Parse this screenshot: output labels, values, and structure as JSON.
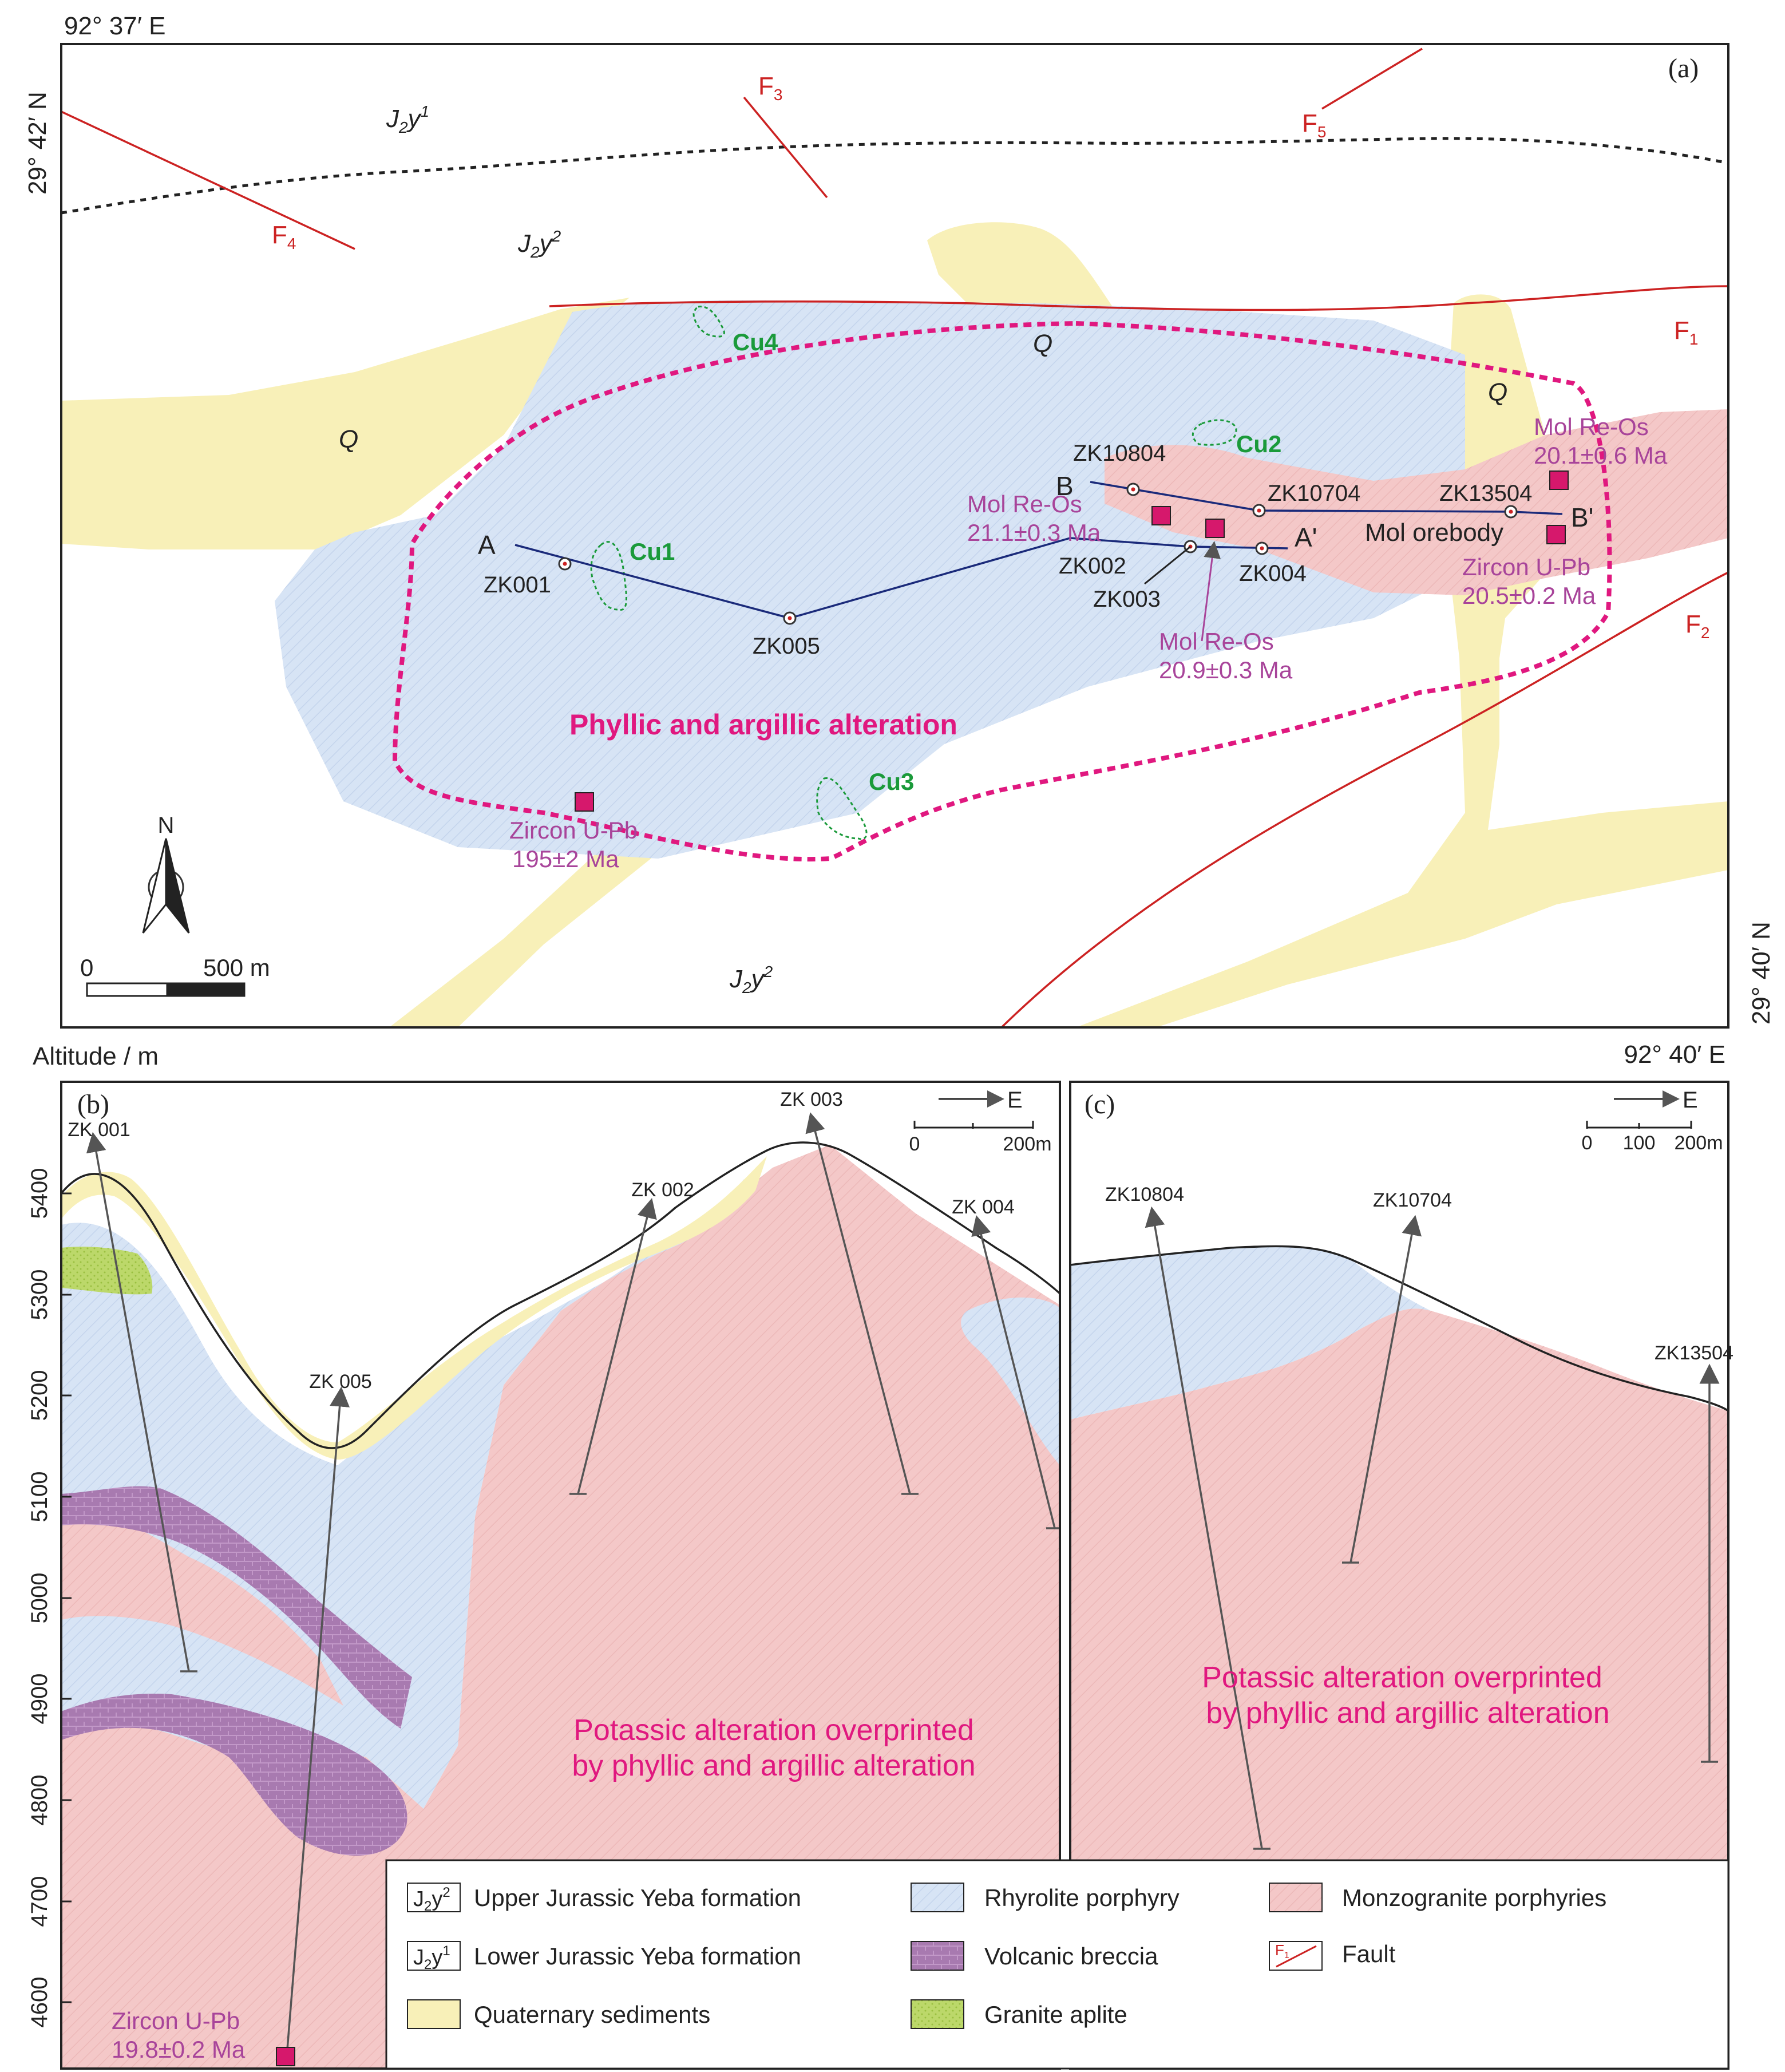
{
  "colors": {
    "rhyolite": "#d7e4f5",
    "monzogranite": "#f4c8c8",
    "quaternary": "#f8f0b8",
    "breccia": "#a87ab0",
    "aplite": "#bcd86a",
    "fault": "#cc2222",
    "alteration_boundary": "#e0187f",
    "alteration_text": "#e0187f",
    "sample_label": "#a8449a",
    "cu_label": "#1a9a3a",
    "section_line": "#1a2a7a",
    "fault_label": "#cc2222"
  },
  "map_a": {
    "panel_label": "(a)",
    "coords": {
      "top_left_lon": "92° 37′ E",
      "top_left_lat": "29° 42′ N",
      "bottom_right_lat": "29° 40′ N",
      "bottom_right_lon": "92° 40′ E"
    },
    "formations": {
      "j2y1_base": "J",
      "j2y1_sub": "2",
      "j2y1_y": "y",
      "j2y1_sup": "1",
      "j2y2_base": "J",
      "j2y2_sub": "2",
      "j2y2_y": "y",
      "j2y2_sup": "2",
      "q": "Q"
    },
    "faults": [
      "F",
      "F",
      "F",
      "F",
      "F"
    ],
    "fault_subs": [
      "1",
      "2",
      "3",
      "4",
      "5"
    ],
    "cu_zones": [
      "Cu1",
      "Cu2",
      "Cu3",
      "Cu4"
    ],
    "drillholes": [
      "ZK001",
      "ZK005",
      "ZK002",
      "ZK003",
      "ZK004",
      "ZK10804",
      "ZK10704",
      "ZK13504"
    ],
    "section_ends": [
      "A",
      "A'",
      "B",
      "B'"
    ],
    "samples": [
      {
        "method": "Mol Re-Os",
        "age": "21.1±0.3 Ma"
      },
      {
        "method": "Mol Re-Os",
        "age": "20.9±0.3 Ma"
      },
      {
        "method": "Mol Re-Os",
        "age": "20.1±0.6 Ma"
      },
      {
        "method": "Zircon U-Pb",
        "age": "20.5±0.2 Ma"
      },
      {
        "method": "Zircon U-Pb",
        "age": "195±2 Ma"
      }
    ],
    "orebody_label": "Mol orebody",
    "alteration_label": "Phyllic and argillic alteration",
    "north_label": "N",
    "scale": {
      "start": "0",
      "end": "500 m"
    }
  },
  "section_b": {
    "panel_label": "(b)",
    "axis_title": "Altitude / m",
    "y_ticks": [
      "5400",
      "5300",
      "5200",
      "5100",
      "5000",
      "4900",
      "4800",
      "4700",
      "4600"
    ],
    "holes": [
      "ZK 001",
      "ZK 005",
      "ZK 002",
      "ZK 003",
      "ZK 004"
    ],
    "direction": "E",
    "scale": {
      "start": "0",
      "end": "200m"
    },
    "alteration_line1": "Potassic alteration overprinted",
    "alteration_line2": "by phyllic and argillic alteration",
    "sample": {
      "method": "Zircon U-Pb",
      "age": "19.8±0.2 Ma"
    }
  },
  "section_c": {
    "panel_label": "(c)",
    "holes": [
      "ZK10804",
      "ZK10704",
      "ZK13504"
    ],
    "direction": "E",
    "scale": {
      "start": "0",
      "mid": "100",
      "end": "200m"
    },
    "alteration_line1": "Potassic alteration overprinted",
    "alteration_line2": "by phyllic and argillic alteration"
  },
  "legend": {
    "j2y2_box_base": "J",
    "j2y2_box_sub": "2",
    "j2y2_box_y": "y",
    "j2y2_box_sup": "2",
    "j2y1_box_base": "J",
    "j2y1_box_sub": "2",
    "j2y1_box_y": "y",
    "j2y1_box_sup": "1",
    "fault_box_base": "F",
    "fault_box_sub": "1",
    "items": [
      "Upper Jurassic Yeba formation",
      "Lower Jurassic Yeba formation",
      "Quaternary sediments",
      "Rhyrolite porphyry",
      "Volcanic breccia",
      "Granite aplite",
      "Monzogranite porphyries",
      "Fault"
    ]
  }
}
